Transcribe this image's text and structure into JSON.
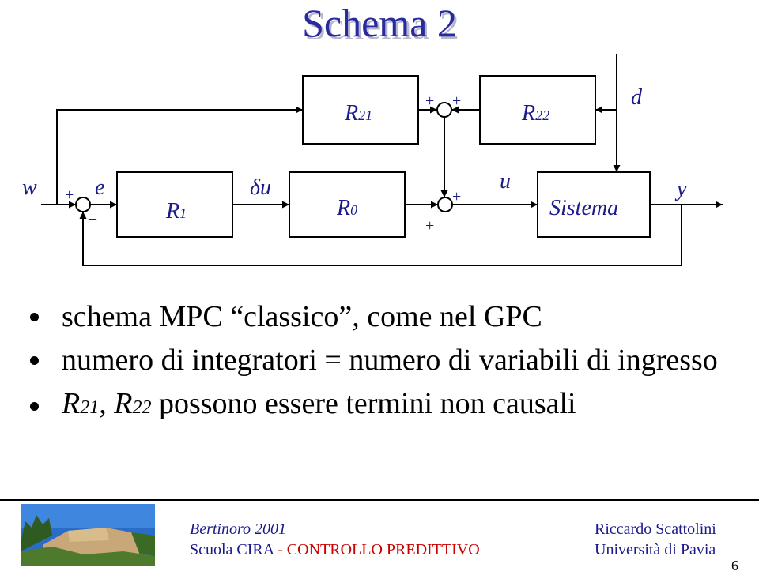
{
  "title": "Schema 2",
  "diagram": {
    "blocks": {
      "r21": {
        "name": "R",
        "sub": "21"
      },
      "r22": {
        "name": "R",
        "sub": "22"
      },
      "r1": {
        "name": "R",
        "sub": "1"
      },
      "r0": {
        "name": "R",
        "sub": "0"
      },
      "sistema": "Sistema"
    },
    "signals": {
      "w": "w",
      "e": "e",
      "du": "δu",
      "u": "u",
      "y": "y",
      "d": "d"
    },
    "signs": {
      "top_left": "+",
      "top_right": "+",
      "in_plus": "+",
      "in_minus": "–",
      "bottom_right": "+",
      "bottom_below": "+"
    }
  },
  "bullets": {
    "b1": "schema MPC  “classico”, come nel GPC",
    "b2": "numero di integratori = numero di variabili di ingresso",
    "b3_r": "R",
    "b3_sub1": "21",
    "b3_comma": ", ",
    "b3_sub2": "22",
    "b3_rest": " possono essere termini non causali"
  },
  "footer": {
    "event": "Bertinoro 2001",
    "school": "Scuola CIRA",
    "dash": " - ",
    "course": "CONTROLLO PREDITTIVO",
    "author": "Riccardo Scattolini",
    "university": "Università di Pavia",
    "page": "6"
  },
  "colors": {
    "title": "#2a2aa0",
    "diagram_text": "#1a1a8c",
    "footer_blue": "#1a1a8c",
    "footer_red": "#cc0000"
  }
}
